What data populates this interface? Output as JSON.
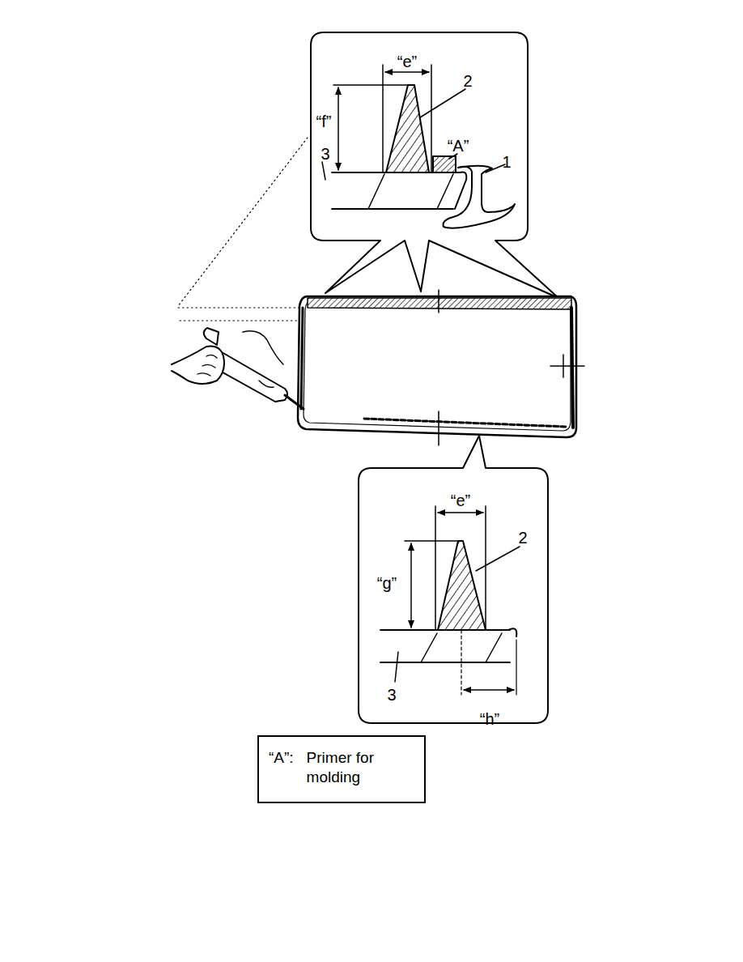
{
  "diagram": {
    "nodes": [
      {
        "text": [
          "“A”:",
          "Primer for molding"
        ]
      }
    ],
    "labels": [
      "“e”",
      "2",
      "“f”",
      "“A”",
      "3",
      "1",
      "“e”",
      "2",
      "“g”",
      "3",
      "“h”"
    ]
  }
}
